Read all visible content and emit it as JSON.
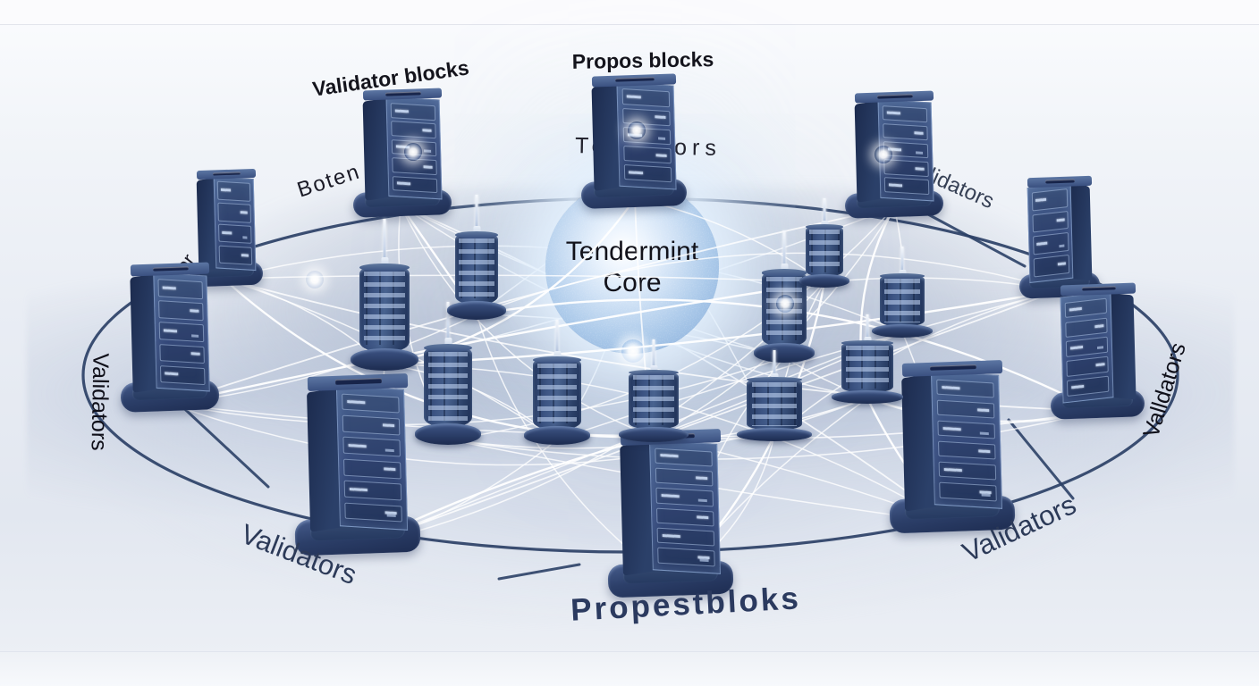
{
  "diagram": {
    "type": "network-consensus-diagram",
    "core": {
      "line1": "Tendermint",
      "line2": "Core"
    },
    "labels": {
      "propos_blocks": "Propos blocks",
      "validator_blocks": "Validator blocks",
      "tendators": "Tendators",
      "boten": "Boten",
      "talidator": "Talidator",
      "validators_left": "Validators",
      "validators_mid_right": "Validators",
      "validators_right": "Valldators",
      "validators_bottom_left": "Validators",
      "validators_bottom_right": "Validators",
      "propest_bloks": "Propestbloks"
    },
    "nodes": {
      "server_towers": 10,
      "relay_nodes": 10
    },
    "colors": {
      "tower_navy": "#2f4472",
      "ring_stroke": "#2b4066",
      "sphere_blue": "#a9c8e9",
      "line_white": "#ffffff",
      "background": "#eef1f6",
      "label_dark": "#14141c",
      "label_navy": "#2c3a58"
    }
  }
}
